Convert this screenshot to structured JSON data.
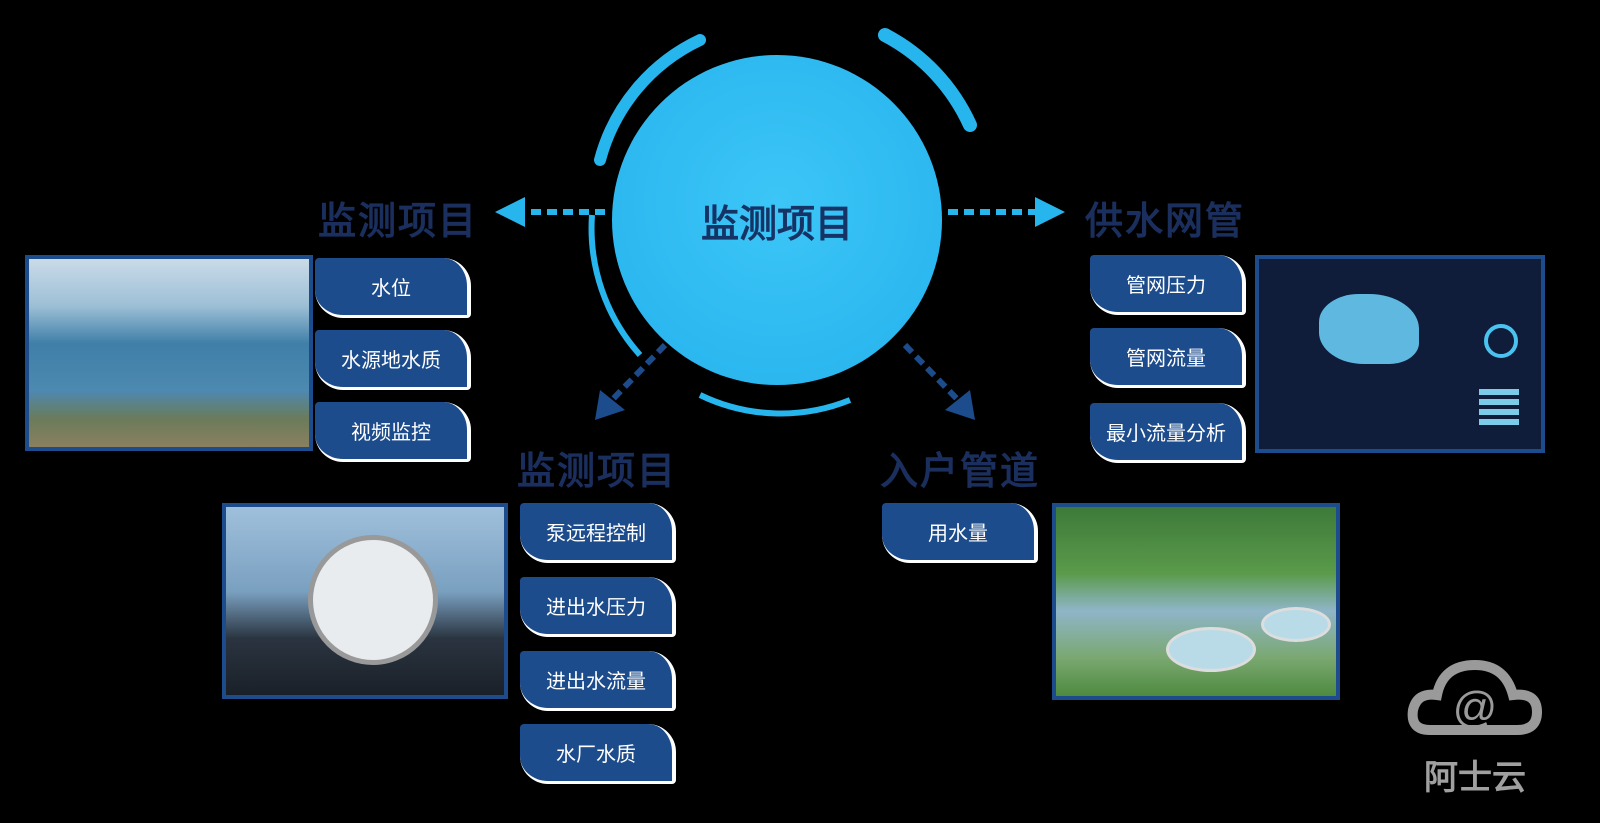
{
  "center": {
    "title": "监测项目"
  },
  "groups": [
    {
      "heading": "监测项目",
      "items": [
        "水位",
        "水源地水质",
        "视频监控"
      ]
    },
    {
      "heading": "监测项目",
      "items": [
        "泵远程控制",
        "进出水压力",
        "进出水流量",
        "水厂水质"
      ]
    },
    {
      "heading": "供水网管",
      "items": [
        "管网压力",
        "管网流量",
        "最小流量分析"
      ]
    },
    {
      "heading": "入户管道",
      "items": [
        "用水量"
      ]
    }
  ],
  "logo": {
    "text": "阿士云"
  },
  "colors": {
    "circle": "#2bb8f0",
    "tab": "#1d4c8c",
    "heading": "#1b2f5e"
  }
}
